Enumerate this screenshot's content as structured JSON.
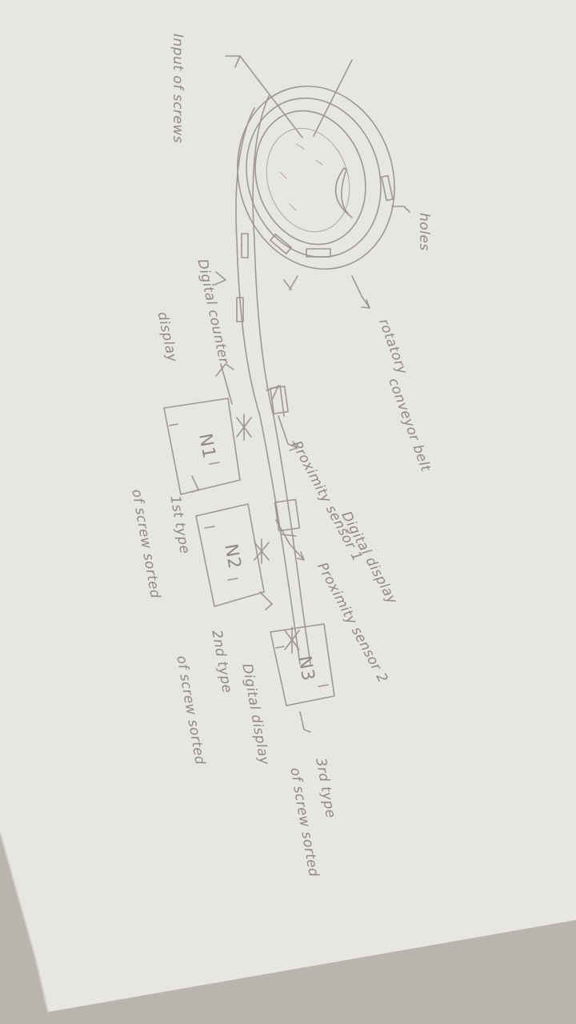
{
  "labels": {
    "input_screws": "Input of screws",
    "holes": "holes",
    "rotatory": "rotatory",
    "conveyor_belt": "conveyor belt",
    "digital_counter": "Digital counter",
    "display": "display",
    "prox_sensor_1": "Proximity sensor 1",
    "digital_display_1": "Digital display",
    "prox_sensor_2": "Proximity sensor 2",
    "n1": "N1",
    "n2": "N2",
    "n3": "N3",
    "first_type": "1st type",
    "first_sorted": "of screw sorted",
    "second_type": "2nd type",
    "second_sorted": "of screw sorted",
    "digital_display_3": "Digital display",
    "third_type": "3rd type",
    "third_sorted": "of screw sorted"
  }
}
